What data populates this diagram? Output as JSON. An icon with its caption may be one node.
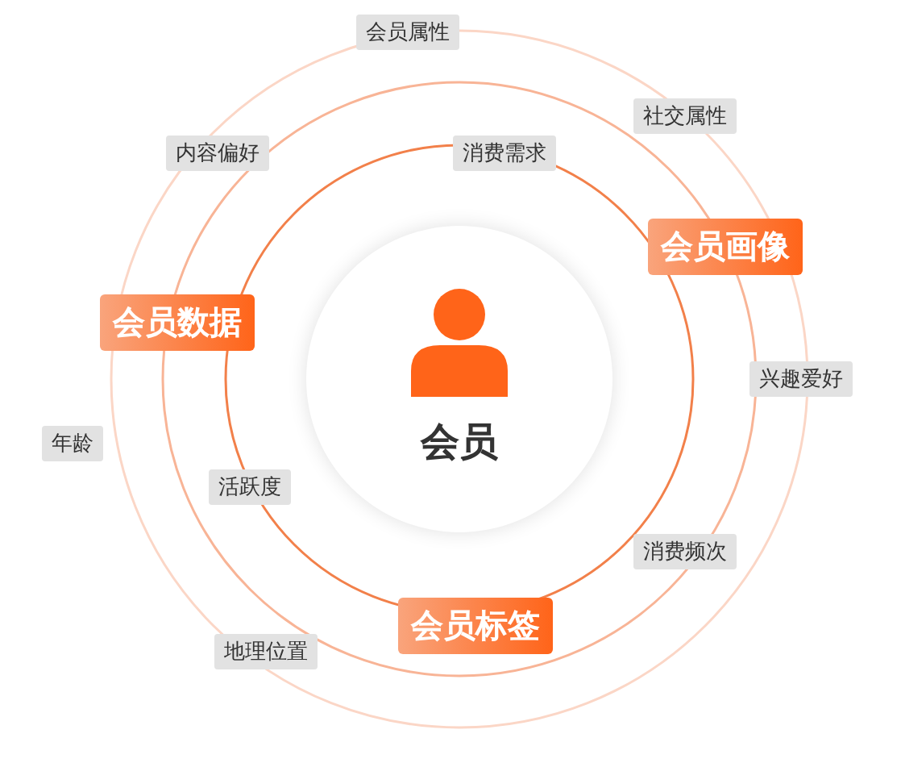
{
  "diagram": {
    "nodes": [
      {
        "text": [
          "会员属性"
        ]
      },
      {
        "text": [
          "社交属性"
        ]
      },
      {
        "text": [
          "内容偏好"
        ]
      },
      {
        "text": [
          "消费需求"
        ]
      },
      {
        "text": [
          "会员画像"
        ]
      },
      {
        "text": [
          "会员数据"
        ]
      },
      {
        "text": [
          "兴趣爱好"
        ]
      },
      {
        "text": [
          "会员"
        ]
      },
      {
        "text": [
          "年龄"
        ]
      },
      {
        "text": [
          "活跃度"
        ]
      },
      {
        "text": [
          "消费频次"
        ]
      },
      {
        "text": [
          "会员标签"
        ]
      },
      {
        "text": [
          "地理位置"
        ]
      }
    ],
    "edges": []
  }
}
